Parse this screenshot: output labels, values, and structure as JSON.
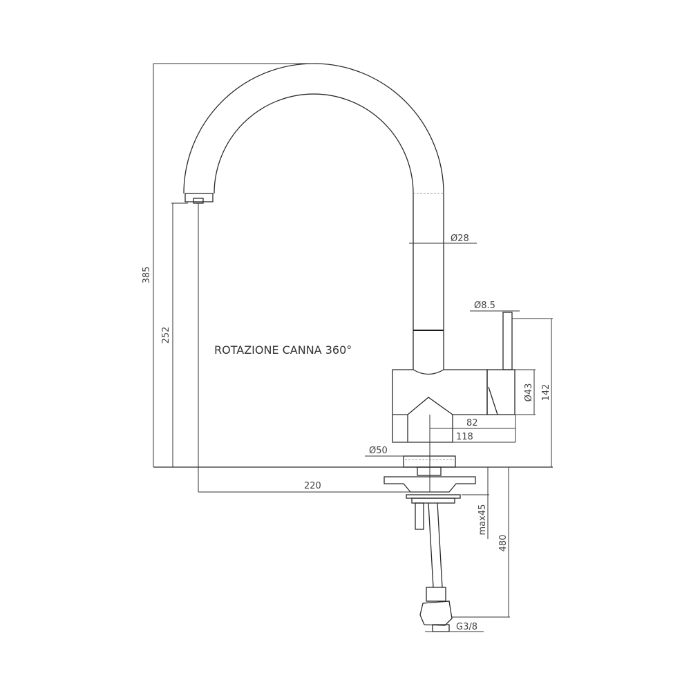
{
  "note": "ROTAZIONE CANNA 360°",
  "dimensions": {
    "total_height": "385",
    "spout_height": "252",
    "spout_diameter": "Ø28",
    "lever_diameter": "Ø8.5",
    "body_diameter": "Ø43",
    "lever_height": "142",
    "body_reach_82": "82",
    "body_reach_118": "118",
    "base_diameter": "Ø50",
    "spout_reach": "220",
    "max_deck_thickness": "max45",
    "hose_length": "480",
    "connection": "G3/8"
  },
  "colors": {
    "line": "#2a2a2a",
    "text": "#444444"
  }
}
